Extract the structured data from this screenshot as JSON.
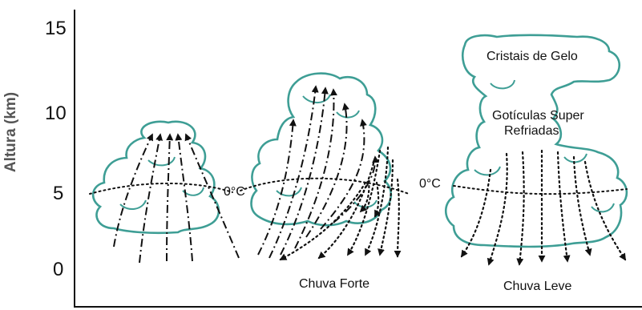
{
  "axis": {
    "ylabel": "Altura (km)",
    "ticks": [
      "15",
      "10",
      "5",
      "0"
    ]
  },
  "labels": {
    "freezing_level_left": "0°C",
    "freezing_level_right": "0°C",
    "ice_crystals": "Cristais de Gelo",
    "supercooled_line1": "Gotículas Super",
    "supercooled_line2": "Refriadas",
    "heavy_rain": "Chuva Forte",
    "light_rain": "Chuva Leve"
  },
  "colors": {
    "cloud_outline": "#3e9e95",
    "lines": "#111111"
  }
}
